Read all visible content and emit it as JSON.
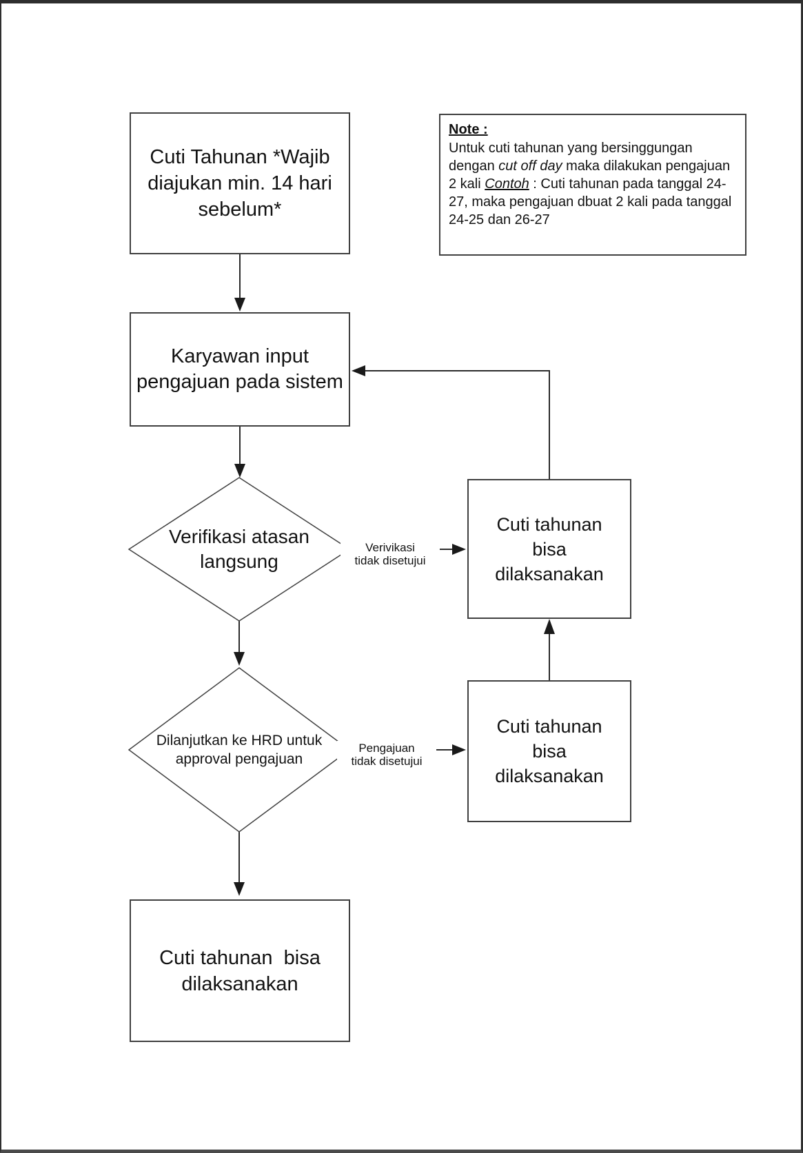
{
  "colors": {
    "shape_border": "#3f3f3f",
    "connector": "#2b2b2b",
    "text": "#111111",
    "background": "#ffffff"
  },
  "nodes": {
    "start": {
      "lines": [
        "Cuti Tahunan *Wajib",
        "diajukan min. 14 hari",
        "sebelum*"
      ]
    },
    "input": {
      "lines": [
        "Karyawan input",
        "pengajuan pada sistem"
      ]
    },
    "decision_supervisor": {
      "lines": [
        "Verifikasi atasan",
        "langsung"
      ]
    },
    "decision_hrd": {
      "lines": [
        "Dilanjutkan ke HRD untuk",
        "approval pengajuan"
      ]
    },
    "outcome_top": {
      "lines": [
        "Cuti tahunan",
        "bisa",
        "dilaksanakan"
      ]
    },
    "outcome_bottom": {
      "lines": [
        "Cuti tahunan",
        "bisa",
        "dilaksanakan"
      ]
    },
    "final": {
      "lines": [
        "Cuti tahunan  bisa",
        "dilaksanakan"
      ]
    }
  },
  "edge_labels": {
    "verification_rejected": {
      "lines": [
        "Verivikasi",
        "tidak disetujui"
      ]
    },
    "submission_rejected": {
      "lines": [
        "Pengajuan",
        "tidak disetujui"
      ]
    }
  },
  "note": {
    "title": "Note :",
    "body_1": "Untuk cuti tahunan yang bersinggungan dengan ",
    "body_italic_1": "cut off day",
    "body_2": " maka dilakukan pengajuan 2 kali ",
    "body_italic_underline": "Contoh",
    "body_3": " : Cuti tahunan pada tanggal 24-27, maka pengajuan dbuat 2 kali pada tanggal 24-25 dan 26-27"
  }
}
